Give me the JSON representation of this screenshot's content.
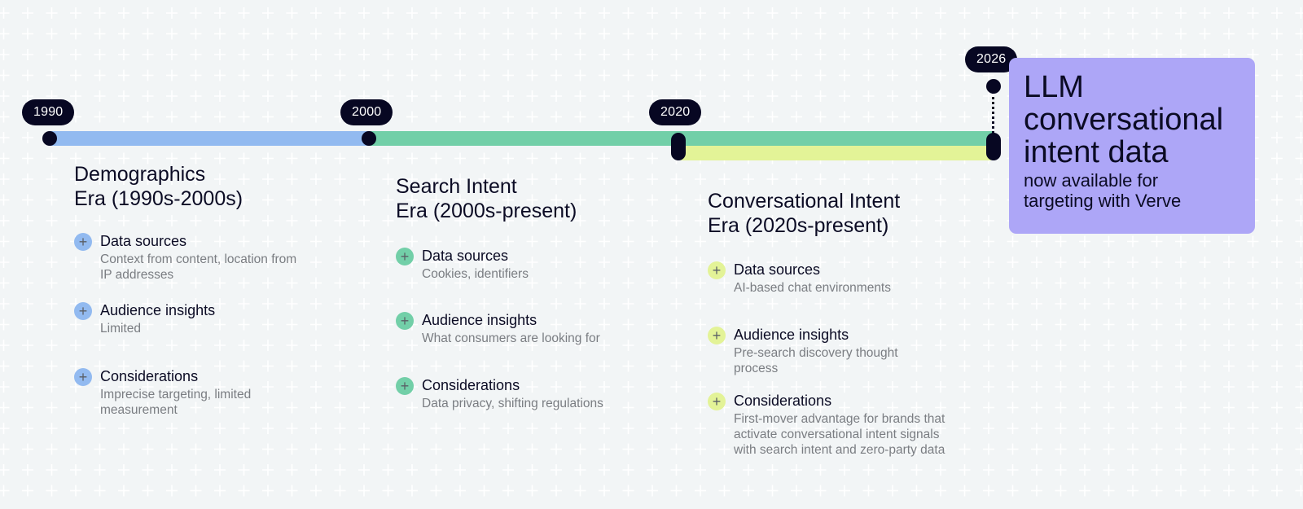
{
  "colors": {
    "background": "#f2f5f6",
    "ink": "#070722",
    "demographics": "#92baf0",
    "search": "#72cfa8",
    "conversational": "#e3f397",
    "callout": "#ada6f7",
    "muted_text": "#7a7d82"
  },
  "timeline": {
    "markers": [
      {
        "year": "1990"
      },
      {
        "year": "2000"
      },
      {
        "year": "2020"
      },
      {
        "year": "2026"
      }
    ]
  },
  "eras": [
    {
      "title": "Demographics\nEra (1990s-2000s)",
      "color": "#92baf0",
      "items": [
        {
          "icon": "plus-icon",
          "heading": "Data sources",
          "body": "Context from content, location from\nIP addresses"
        },
        {
          "icon": "plus-icon",
          "heading": "Audience insights",
          "body": "Limited"
        },
        {
          "icon": "plus-icon",
          "heading": "Considerations",
          "body": "Imprecise targeting, limited\nmeasurement"
        }
      ]
    },
    {
      "title": "Search Intent\nEra (2000s-present)",
      "color": "#72cfa8",
      "items": [
        {
          "icon": "plus-icon",
          "heading": "Data sources",
          "body": "Cookies, identifiers"
        },
        {
          "icon": "plus-icon",
          "heading": "Audience insights",
          "body": "What consumers are looking for"
        },
        {
          "icon": "plus-icon",
          "heading": "Considerations",
          "body": "Data privacy, shifting regulations"
        }
      ]
    },
    {
      "title": "Conversational Intent\nEra (2020s-present)",
      "color": "#e3f397",
      "items": [
        {
          "icon": "plus-icon",
          "heading": "Data sources",
          "body": " AI-based chat environments"
        },
        {
          "icon": "plus-icon",
          "heading": "Audience insights",
          "body": "Pre-search discovery thought\nprocess"
        },
        {
          "icon": "plus-icon",
          "heading": "Considerations",
          "body": "First-mover advantage for brands that\nactivate conversational intent signals\nwith search intent and zero-party data"
        }
      ]
    }
  ],
  "callout": {
    "title": "LLM\nconversational\nintent data",
    "subtitle": "now available for\ntargeting with Verve"
  },
  "icon_glyph": "+"
}
